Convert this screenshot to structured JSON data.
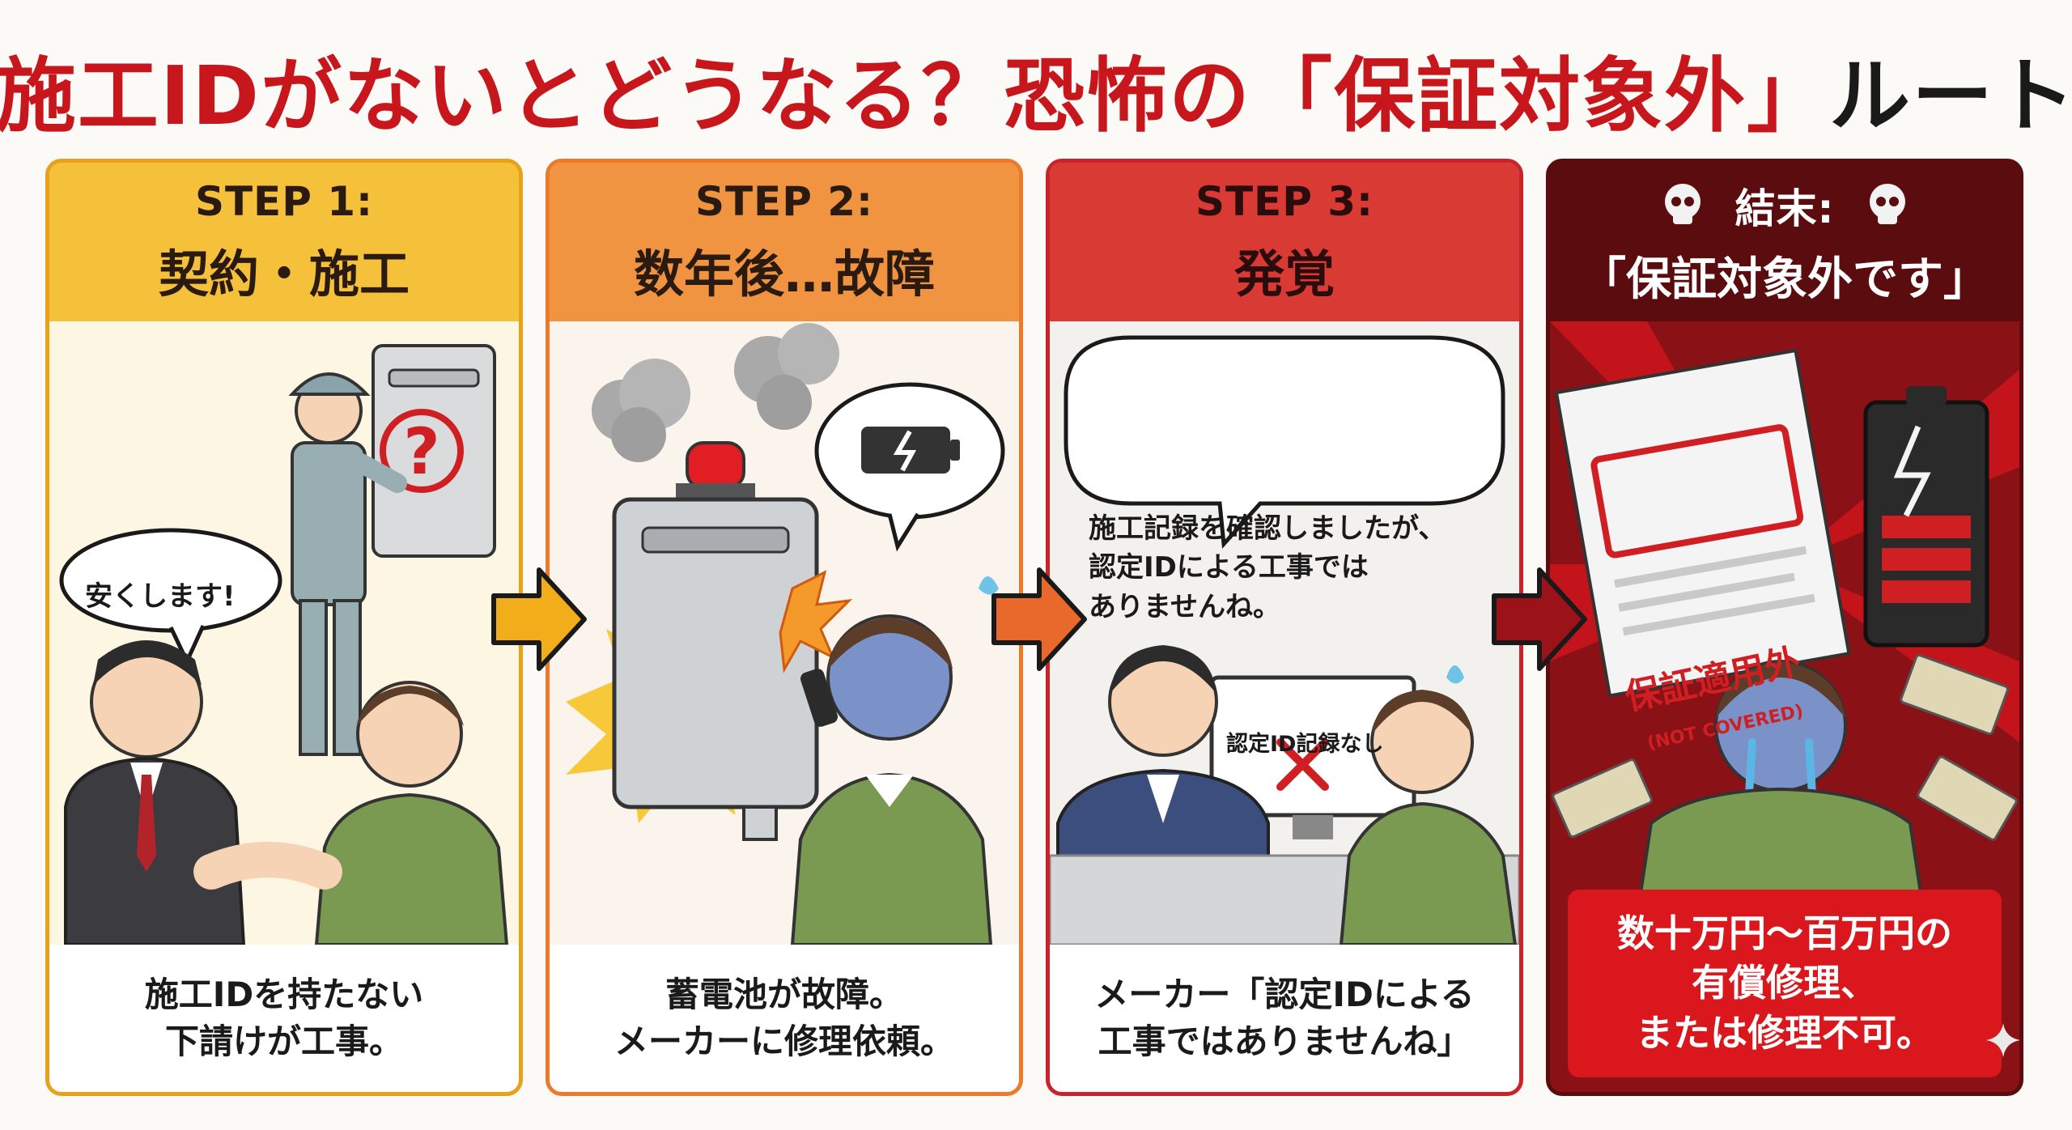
{
  "title": {
    "part1": "施工IDがないとどうなる？恐怖の",
    "part2": "「保証対象外」",
    "part3": "ルート",
    "colors": {
      "text": "#1a1a1a",
      "accent": "#c8161d",
      "warning": "#f5c03a"
    }
  },
  "steps": [
    {
      "label": "STEP 1:",
      "title": "契約・施工",
      "speech": "安くします!",
      "caption": "施工IDを持たない\n下請けが工事。",
      "color": "#f5c03a"
    },
    {
      "label": "STEP 2:",
      "title": "数年後…故障",
      "caption": "蓄電池が故障。\nメーカーに修理依頼。",
      "color": "#f09442"
    },
    {
      "label": "STEP 3:",
      "title": "発覚",
      "speech": "施工記録を確認しましたが、\n認定IDによる工事では\nありませんね。",
      "sign": "認定ID記録なし",
      "caption": "メーカー「認定IDによる\n工事ではありませんね」",
      "color": "#d93a34"
    },
    {
      "label": "結末:",
      "title": "「保証対象外です」",
      "stamp": "保証適用外",
      "stamp_sub": "(NOT COVERED)",
      "caption": "数十万円〜百万円の\n有償修理、\nまたは修理不可。",
      "color": "#5a0c0f"
    }
  ],
  "icons": [
    "warning-icon",
    "skull-icon",
    "battery-icon",
    "question-icon",
    "cross-icon",
    "arrow-icon",
    "sparkle-icon"
  ]
}
